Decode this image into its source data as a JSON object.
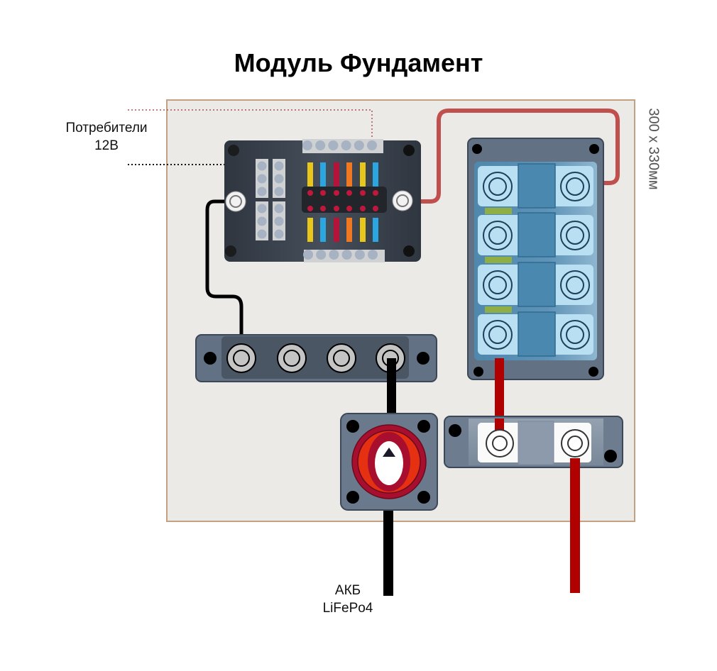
{
  "title": "Модуль Фундамент",
  "dimensions_label": "300 x 330мм",
  "labels": {
    "consumers_line1": "Потребители",
    "consumers_line2": "12В",
    "battery_line1": "АКБ",
    "battery_line2": "LiFePo4"
  },
  "components": {
    "fuse_block": {
      "name": "Fuse block",
      "fuse_count": 12,
      "fuse_colors": [
        "#e8c61a",
        "#2aa6e0",
        "#b5143a",
        "#f07820",
        "#e8c61a",
        "#2aa6e0"
      ]
    },
    "busbar": {
      "name": "Negative busbar",
      "stud_count": 4
    },
    "battery_switch": {
      "name": "Battery switch"
    },
    "fuse_holder_multi": {
      "name": "4-way ANL fuse holder",
      "fuse_count": 4
    },
    "fuse_holder_single": {
      "name": "Main fuse holder"
    }
  },
  "colors": {
    "panel_bg": "#eceae7",
    "panel_border": "#c4a183",
    "device_dark": "#3b4450",
    "device_mid": "#5e6d7e",
    "wire_black": "#000000",
    "wire_red": "#b00000",
    "wire_red_light": "#c0504d",
    "fuse_blue": "#a9d6ee",
    "fuse_link": "#8fae46"
  }
}
